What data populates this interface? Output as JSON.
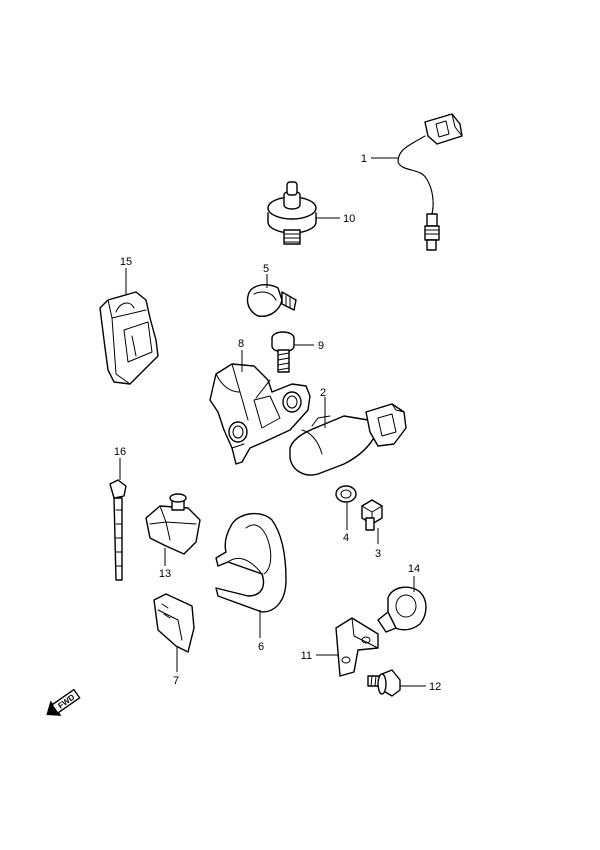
{
  "diagram": {
    "callouts": [
      {
        "id": "c1",
        "label": "1"
      },
      {
        "id": "c2",
        "label": "2"
      },
      {
        "id": "c3",
        "label": "3"
      },
      {
        "id": "c4",
        "label": "4"
      },
      {
        "id": "c5",
        "label": "5"
      },
      {
        "id": "c6",
        "label": "6"
      },
      {
        "id": "c7",
        "label": "7"
      },
      {
        "id": "c8",
        "label": "8"
      },
      {
        "id": "c9",
        "label": "9"
      },
      {
        "id": "c10",
        "label": "10"
      },
      {
        "id": "c11",
        "label": "11"
      },
      {
        "id": "c12",
        "label": "12"
      },
      {
        "id": "c13",
        "label": "13"
      },
      {
        "id": "c14",
        "label": "14"
      },
      {
        "id": "c15",
        "label": "15"
      },
      {
        "id": "c16",
        "label": "16"
      }
    ],
    "direction_marker": {
      "text": "FWD"
    }
  },
  "colors": {
    "line": "#000000",
    "background": "#ffffff"
  }
}
